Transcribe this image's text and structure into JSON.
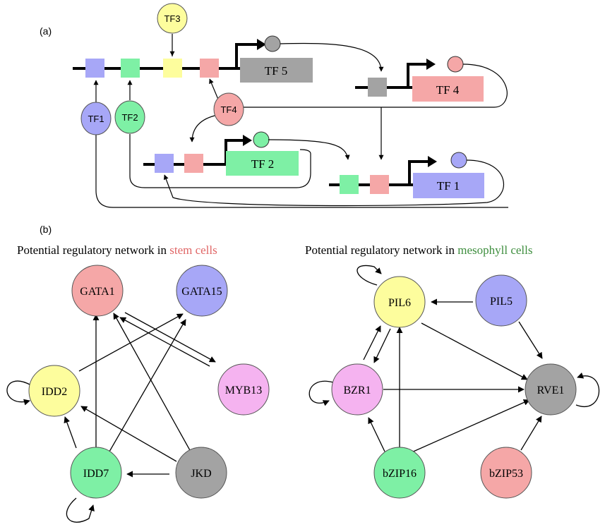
{
  "panel_a": {
    "label": "(a)",
    "tf_badges": {
      "tf1": "TF1",
      "tf2": "TF2",
      "tf3": "TF3",
      "tf4": "TF4"
    },
    "genes": {
      "tf5": "TF 5",
      "tf4": "TF 4",
      "tf2": "TF 2",
      "tf1": "TF 1"
    }
  },
  "panel_b": {
    "label": "(b)",
    "stem": {
      "title_prefix": "Potential regulatory network in ",
      "title_highlight": "stem cells",
      "nodes": {
        "gata1": "GATA1",
        "gata15": "GATA15",
        "idd2": "IDD2",
        "myb13": "MYB13",
        "idd7": "IDD7",
        "jkd": "JKD"
      }
    },
    "mesophyll": {
      "title_prefix": "Potential regulatory network in ",
      "title_highlight": "mesophyll cells",
      "nodes": {
        "pil6": "PIL6",
        "pil5": "PIL5",
        "bzr1": "BZR1",
        "rve1": "RVE1",
        "bzip16": "bZIP16",
        "bzip53": "bZIP53"
      }
    }
  },
  "colors": {
    "blue": "#a7a7f7",
    "green": "#7ef0a5",
    "yellow": "#fdfd9d",
    "pink": "#f5a7a7",
    "grey": "#a3a3a3",
    "magenta": "#f5b3f0",
    "red_text": "#e06666",
    "green_text": "#3e8e3e"
  }
}
